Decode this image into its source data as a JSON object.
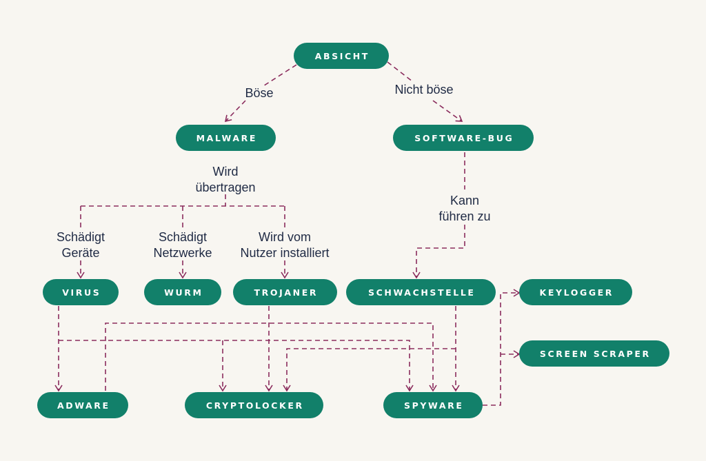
{
  "nodes": {
    "absicht": "ABSICHT",
    "malware": "MALWARE",
    "software_bug": "SOFTWARE-BUG",
    "virus": "VIRUS",
    "wurm": "WURM",
    "trojaner": "TROJANER",
    "schwachstelle": "SCHWACHSTELLE",
    "keylogger": "KEYLOGGER",
    "screen_scraper": "SCREEN SCRAPER",
    "adware": "ADWARE",
    "cryptolocker": "CRYPTOLOCKER",
    "spyware": "SPYWARE"
  },
  "labels": {
    "boese": "Böse",
    "nicht_boese": "Nicht böse",
    "wird_uebertragen_1": "Wird",
    "wird_uebertragen_2": "übertragen",
    "kann_fuehren_1": "Kann",
    "kann_fuehren_2": "führen zu",
    "schaedigt_geraete_1": "Schädigt",
    "schaedigt_geraete_2": "Geräte",
    "schaedigt_netzwerke_1": "Schädigt",
    "schaedigt_netzwerke_2": "Netzwerke",
    "nutzer_installiert_1": "Wird vom",
    "nutzer_installiert_2": "Nutzer installiert"
  },
  "colors": {
    "background": "#f8f6f1",
    "node_fill": "#12806a",
    "node_text": "#ffffff",
    "edge": "#8a2b5c",
    "label_text": "#1f2a44"
  }
}
